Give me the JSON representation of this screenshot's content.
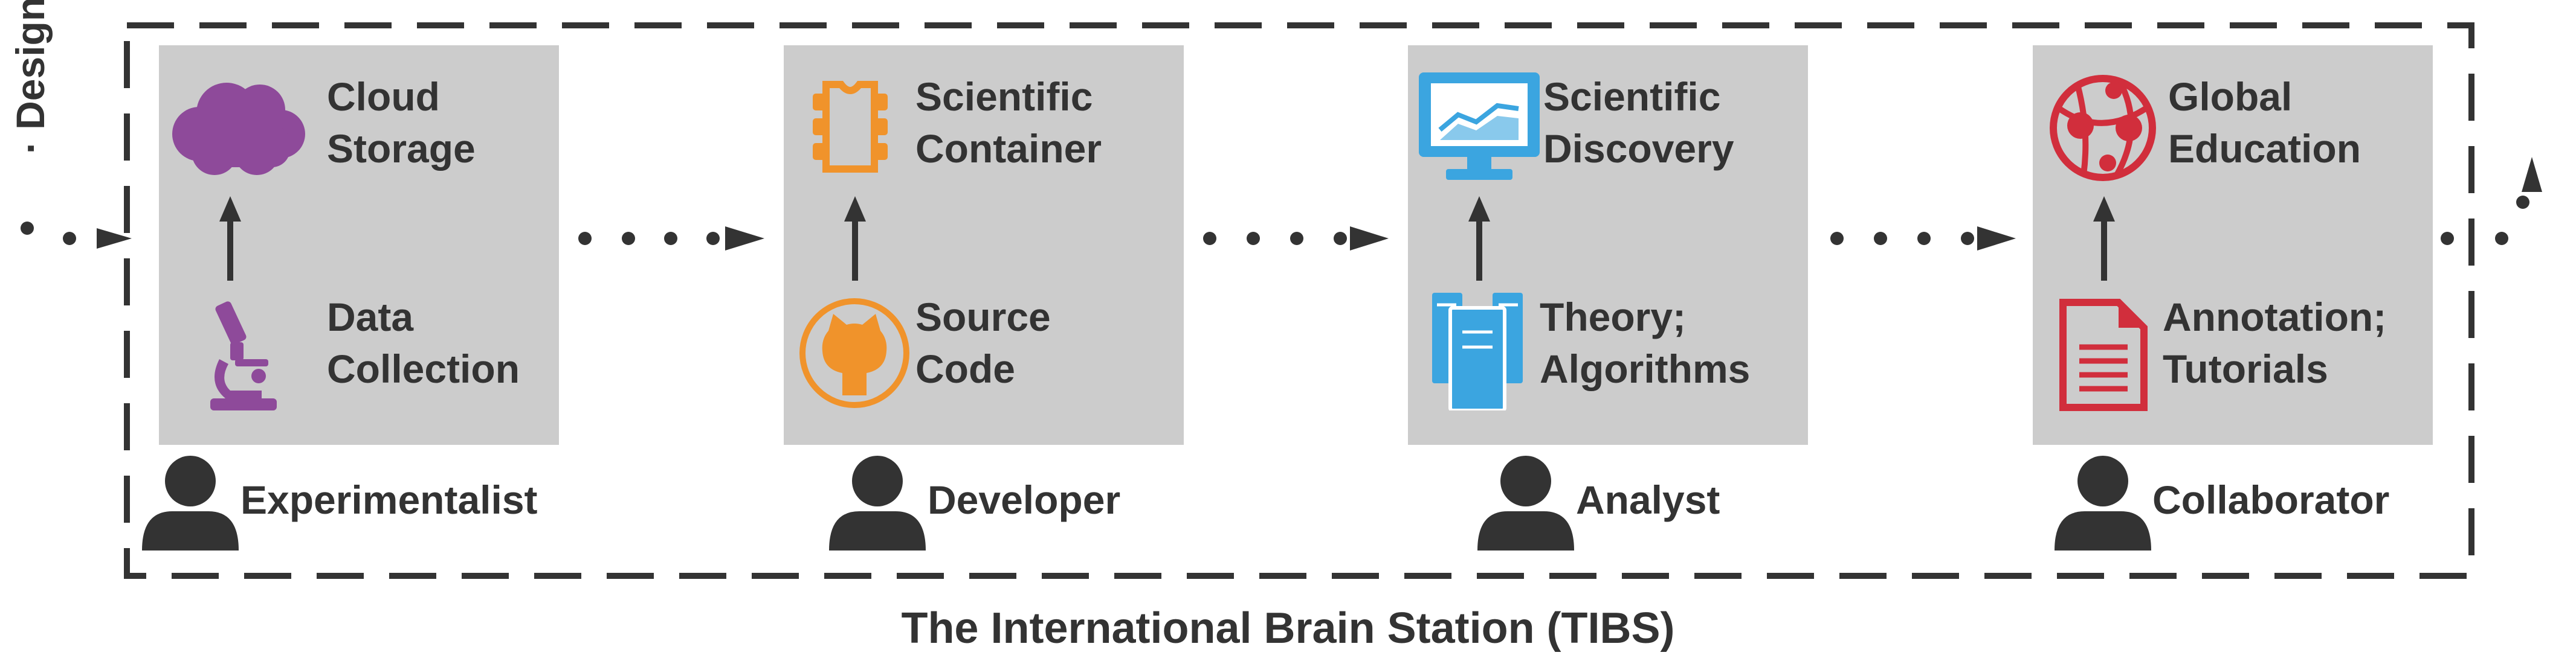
{
  "side_label": "· Design",
  "title": "The International Brain Station (TIBS)",
  "colors": {
    "text": "#333333",
    "panel": "#cccccc",
    "purple": "#8e4a9a",
    "orange": "#f0932b",
    "blue": "#3ba5e0",
    "red": "#d12e3c"
  },
  "stages": [
    {
      "role": "Experimentalist",
      "top_line1": "Cloud",
      "top_line2": "Storage",
      "bottom_line1": "Data",
      "bottom_line2": "Collection",
      "top_icon": "cloud-icon",
      "bottom_icon": "microscope-icon"
    },
    {
      "role": "Developer",
      "top_line1": "Scientific",
      "top_line2": "Container",
      "bottom_line1": "Source",
      "bottom_line2": "Code",
      "top_icon": "container-icon",
      "bottom_icon": "github-icon"
    },
    {
      "role": "Analyst",
      "top_line1": "Scientific",
      "top_line2": "Discovery",
      "bottom_line1": "Theory;",
      "bottom_line2": "Algorithms",
      "top_icon": "monitor-chart-icon",
      "bottom_icon": "servers-icon"
    },
    {
      "role": "Collaborator",
      "top_line1": "Global",
      "top_line2": "Education",
      "bottom_line1": "Annotation;",
      "bottom_line2": "Tutorials",
      "top_icon": "globe-network-icon",
      "bottom_icon": "document-icon"
    }
  ]
}
